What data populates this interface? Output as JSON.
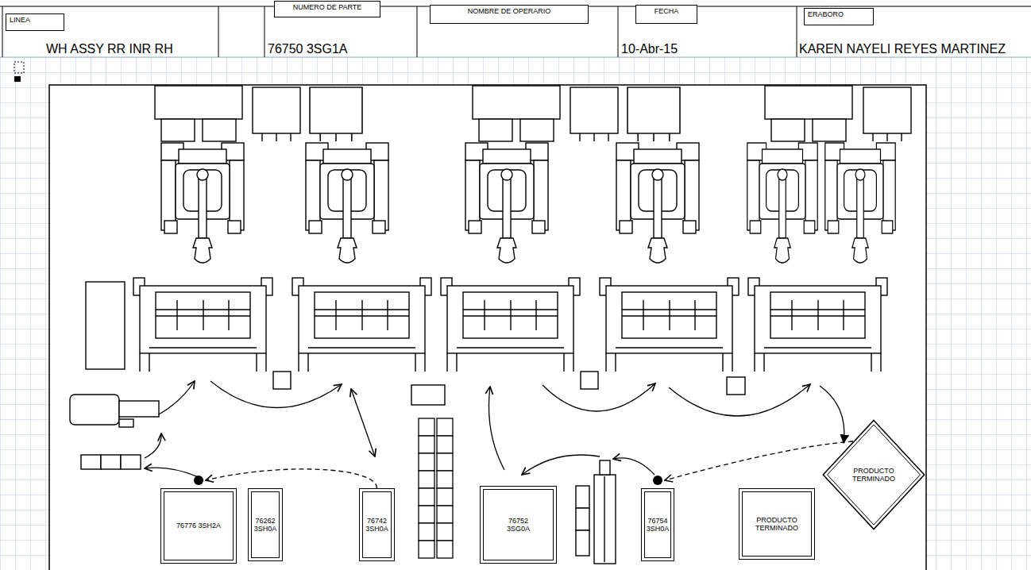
{
  "diagram": {
    "nodes": [
      {
        "text": [
          "LINEA"
        ]
      },
      {
        "text": [
          "NUMERO DE PARTE"
        ]
      },
      {
        "text": [
          "NOMBRE DE OPERARIO"
        ]
      },
      {
        "text": [
          "FECHA"
        ]
      },
      {
        "text": [
          "ERABORO"
        ]
      },
      {
        "text": [
          "76776 3SH2A"
        ]
      },
      {
        "text": [
          "76262 3SH0A"
        ]
      },
      {
        "text": [
          "76742 3SH0A"
        ]
      },
      {
        "text": [
          "76752 3SG0A"
        ]
      },
      {
        "text": [
          "76754 3SH0A"
        ]
      },
      {
        "text": [
          "PRODUCTO TERMINADO"
        ]
      },
      {
        "text": [
          "PRODUCTO TERMINADO"
        ]
      }
    ],
    "edges": [
      {
        "from": 7,
        "to": 5,
        "arrow": "to"
      },
      {
        "from": 11,
        "to": 9,
        "arrow": "to"
      }
    ],
    "labels": [
      "WH ASSY RR INR RH",
      "76750 3SG1A",
      "10-Abr-15",
      "KAREN NAYELI REYES MARTINEZ"
    ]
  }
}
